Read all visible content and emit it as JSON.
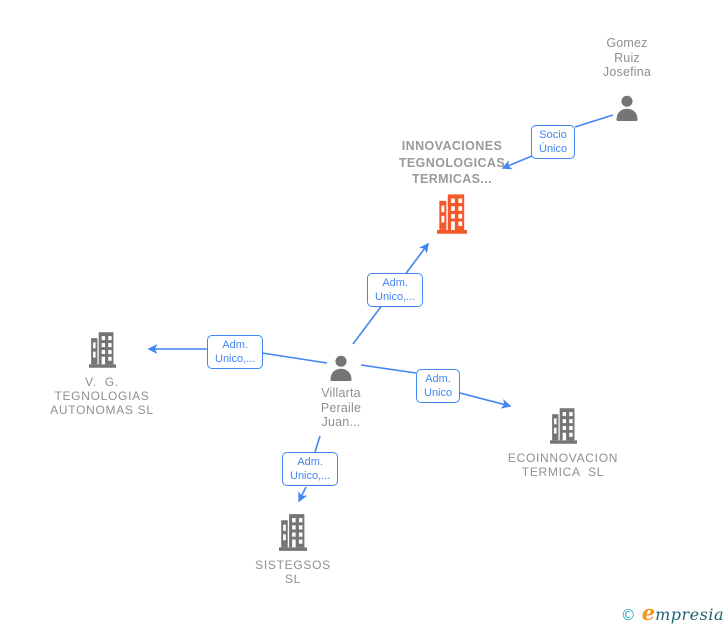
{
  "diagram": {
    "nodes": {
      "gomez": {
        "type": "person",
        "name": "Gomez\nRuiz\nJosefina"
      },
      "innovaciones": {
        "type": "company",
        "highlighted": true,
        "name": "INNOVACIONES\nTEGNOLOGICAS\nTERMICAS..."
      },
      "villarta": {
        "type": "person",
        "name": "Villarta\nPeraile\nJuan..."
      },
      "vg_tegnologias": {
        "type": "company",
        "name": "V.  G.\nTEGNOLOGIAS\nAUTONOMAS SL"
      },
      "ecoinnovacion": {
        "type": "company",
        "name": "ECOINNOVACION\nTERMICA  SL"
      },
      "sistegsos": {
        "type": "company",
        "name": "SISTEGSOS\nSL"
      }
    },
    "edge_labels": {
      "socio_unico": "Socio\nÚnico",
      "adm_unico_top": "Adm.\nUnico,...",
      "adm_unico_left": "Adm.\nUnico,...",
      "adm_unico_right": "Adm.\nUnico",
      "adm_unico_bottom": "Adm.\nUnico,..."
    },
    "colors": {
      "edge_blue": "#4285f4",
      "icon_gray": "#757575",
      "text_gray": "#8f8f8f",
      "highlight_orange": "#f4592b"
    },
    "icons": {
      "person": "person-icon",
      "company": "building-icon"
    }
  },
  "footer": {
    "copyright_symbol": "©",
    "brand_initial": "e",
    "brand_rest": "mpresia"
  }
}
